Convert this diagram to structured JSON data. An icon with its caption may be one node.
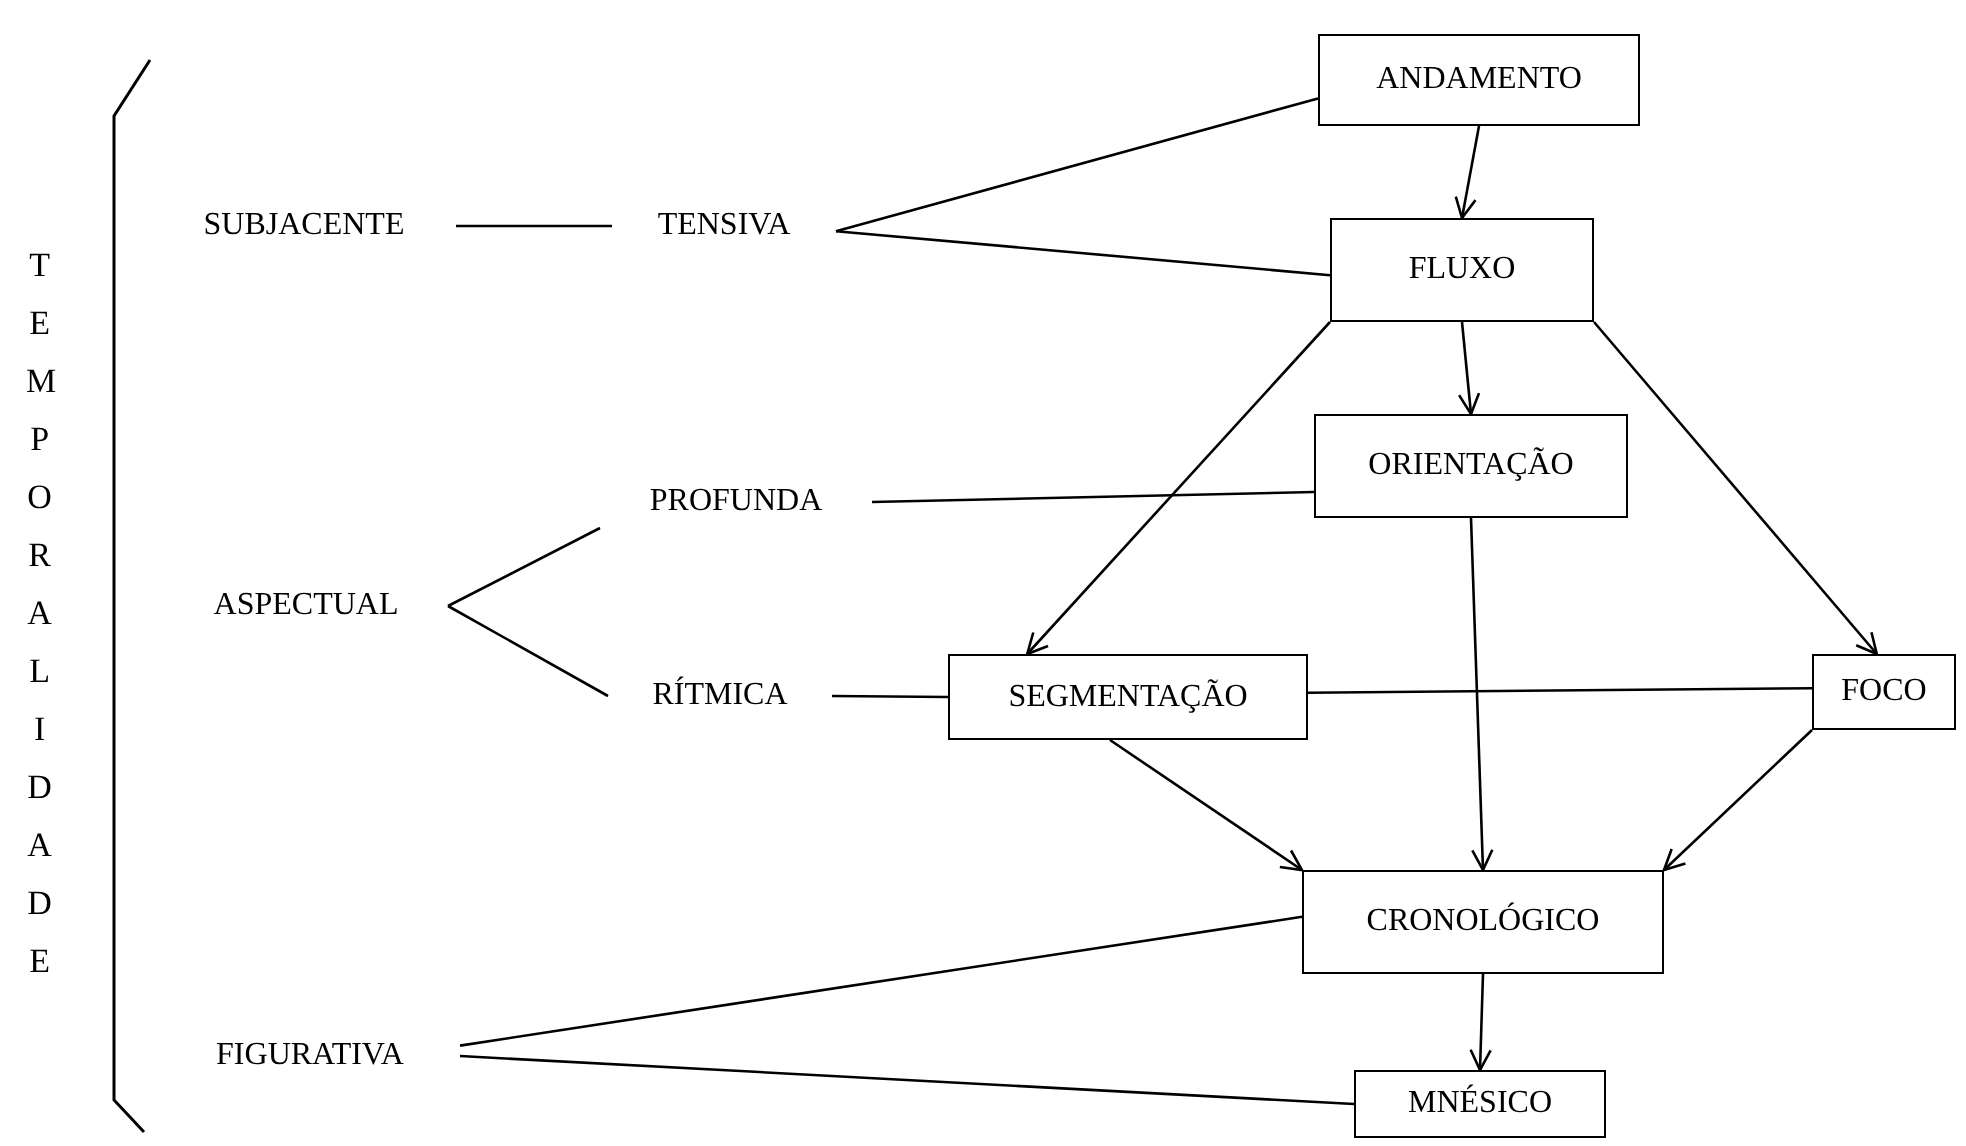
{
  "diagram": {
    "nodes": [
      {
        "text": [
          "ANDAMENTO"
        ]
      },
      {
        "text": [
          "SUBJACENTE"
        ]
      },
      {
        "text": [
          "TENSIVA"
        ]
      },
      {
        "text": [
          "FLUXO"
        ]
      },
      {
        "text": [
          "PROFUNDA"
        ]
      },
      {
        "text": [
          "ORIENTAÇÃO"
        ]
      },
      {
        "text": [
          "ASPECTUAL"
        ]
      },
      {
        "text": [
          "RÍTMICA"
        ]
      },
      {
        "text": [
          "SEGMENTAÇÃO"
        ]
      },
      {
        "text": [
          "FOCO"
        ]
      },
      {
        "text": [
          "CRONOLÓGICO"
        ]
      },
      {
        "text": [
          "FIGURATIVA"
        ]
      },
      {
        "text": [
          "MNÉSICO"
        ]
      }
    ],
    "edges": [
      {
        "from": 1,
        "to": 2,
        "arrow": "none"
      },
      {
        "from": 2,
        "to": 0,
        "arrow": "none"
      },
      {
        "from": 2,
        "to": 3,
        "arrow": "none"
      },
      {
        "from": 0,
        "to": 3,
        "arrow": "to"
      },
      {
        "from": 3,
        "to": 5,
        "arrow": "to"
      },
      {
        "from": 3,
        "to": 8,
        "arrow": "to"
      },
      {
        "from": 3,
        "to": 9,
        "arrow": "to"
      },
      {
        "from": 4,
        "to": 5,
        "arrow": "none"
      },
      {
        "from": 6,
        "to": 4,
        "arrow": "none"
      },
      {
        "from": 6,
        "to": 7,
        "arrow": "none"
      },
      {
        "from": 7,
        "to": 8,
        "arrow": "none"
      },
      {
        "from": 8,
        "to": 9,
        "arrow": "none"
      },
      {
        "from": 5,
        "to": 10,
        "arrow": "to"
      },
      {
        "from": 8,
        "to": 10,
        "arrow": "to"
      },
      {
        "from": 9,
        "to": 10,
        "arrow": "to"
      },
      {
        "from": 10,
        "to": 12,
        "arrow": "to"
      },
      {
        "from": 11,
        "to": 10,
        "arrow": "none"
      },
      {
        "from": 11,
        "to": 12,
        "arrow": "none"
      }
    ],
    "labels": [
      "TEMPORALIDADE"
    ]
  }
}
